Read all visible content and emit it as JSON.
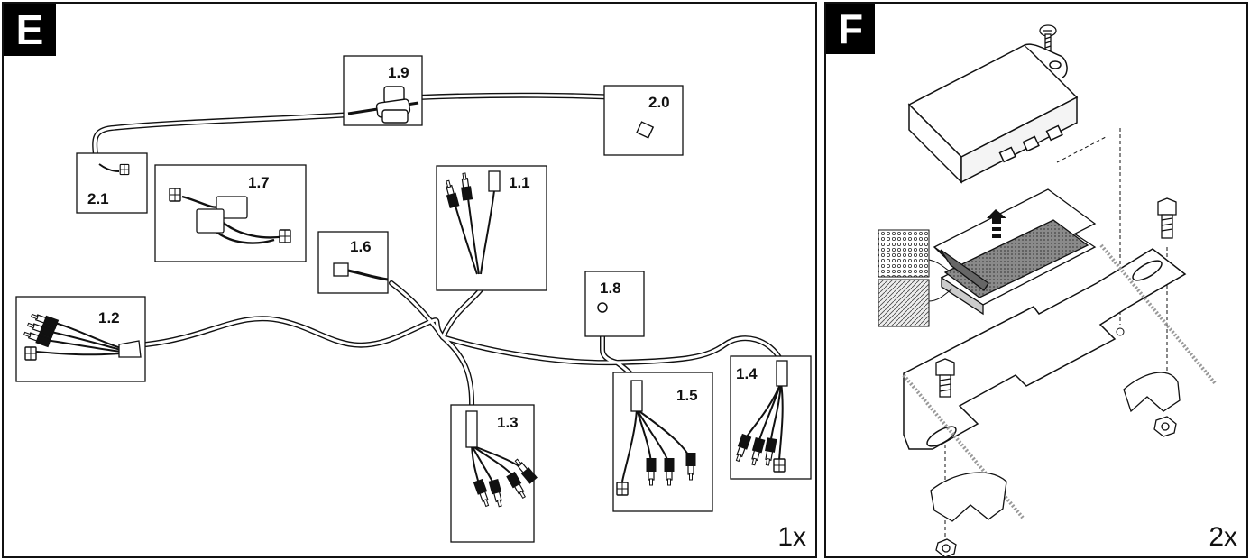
{
  "panels": {
    "e": {
      "letter": "E",
      "quantity": "1x",
      "callouts": [
        {
          "id": "1.1",
          "label": "1.1"
        },
        {
          "id": "1.2",
          "label": "1.2"
        },
        {
          "id": "1.3",
          "label": "1.3"
        },
        {
          "id": "1.4",
          "label": "1.4"
        },
        {
          "id": "1.5",
          "label": "1.5"
        },
        {
          "id": "1.6",
          "label": "1.6"
        },
        {
          "id": "1.7",
          "label": "1.7"
        },
        {
          "id": "1.8",
          "label": "1.8"
        },
        {
          "id": "1.9",
          "label": "1.9"
        },
        {
          "id": "2.0",
          "label": "2.0"
        },
        {
          "id": "2.1",
          "label": "2.1"
        }
      ]
    },
    "f": {
      "letter": "F",
      "quantity": "2x"
    }
  }
}
